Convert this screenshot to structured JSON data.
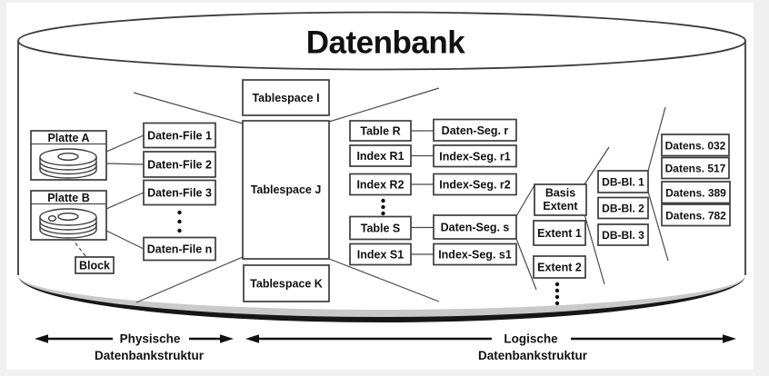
{
  "diagram": {
    "title": "Datenbank",
    "physical": {
      "disk_a": "Platte A",
      "disk_b": "Platte B",
      "block": "Block",
      "files": [
        "Daten-File 1",
        "Daten-File 2",
        "Daten-File 3",
        "Daten-File n"
      ]
    },
    "tablespaces": [
      "Tablespace I",
      "Tablespace J",
      "Tablespace K"
    ],
    "tables": [
      "Table R",
      "Index R1",
      "Index R2",
      "Table S",
      "Index S1"
    ],
    "segments": [
      "Daten-Seg. r",
      "Index-Seg. r1",
      "Index-Seg. r2",
      "Daten-Seg. s",
      "Index-Seg. s1"
    ],
    "extents": {
      "basis_line1": "Basis",
      "basis_line2": "Extent",
      "items": [
        "Extent 1",
        "Extent 2"
      ]
    },
    "db_blocks": [
      "DB-Bl. 1",
      "DB-Bl. 2",
      "DB-Bl. 3"
    ],
    "records": [
      "Datens. 032",
      "Datens. 517",
      "Datens. 389",
      "Datens. 782"
    ],
    "axes": {
      "physical": {
        "line1": "Physische",
        "line2": "Datenbankstruktur"
      },
      "logical": {
        "line1": "Logische",
        "line2": "Datenbankstruktur"
      }
    },
    "colors": {
      "stroke": "#3c3c3c",
      "text": "#111111",
      "background": "#ffffff",
      "frame": "#f0f0f0"
    }
  }
}
